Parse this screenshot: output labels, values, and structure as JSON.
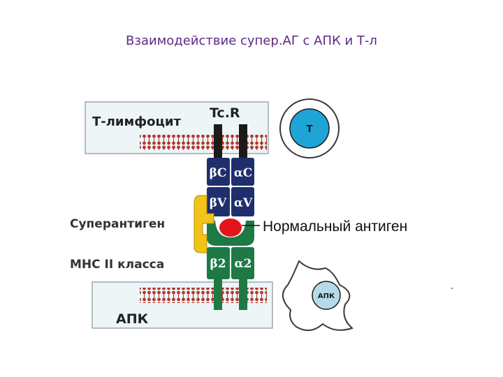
{
  "title": "Взаимодействие супер.АГ с АПК и Т-л",
  "labels": {
    "t_lymphocyte": "Т-лимфоцит",
    "tcr": "Tc.R",
    "superantigen": "Суперантиген",
    "mhc2": "МНС II класса",
    "apc": "АПК",
    "normal_antigen": "Нормальный антиген",
    "t_cell_icon": "T",
    "apc_cell_icon": "АПК",
    "dash": "-"
  },
  "domains": {
    "beta_c": "βC",
    "alpha_c": "αC",
    "beta_v": "βV",
    "alpha_v": "αV",
    "beta_2": "β2",
    "alpha_2": "α2"
  },
  "colors": {
    "title": "#5a2a82",
    "tcr_domain": "#1f2f6e",
    "mhc_domain": "#1e7a45",
    "superantigen": "#f2c318",
    "antigen": "#e3151a",
    "membrane_band": "#eef5f7",
    "lipid_head": "#b0392e",
    "t_cell": "#1fa4d8",
    "apc_cell": "#b5dbe8"
  }
}
